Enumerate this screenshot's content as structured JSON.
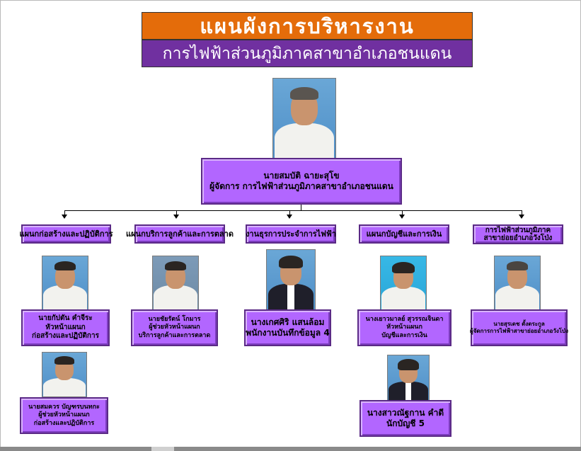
{
  "title": {
    "line1": "แผนผังการบริหารงาน",
    "line2": "การไฟฟ้าส่วนภูมิภาคสาขาอำเภอชนแดน"
  },
  "manager": {
    "name": "นายสมบัติ ฉายะสุโข",
    "position": "ผู้จัดการ การไฟฟ้าส่วนภูมิภาคสาขาอำเภอชนแดน"
  },
  "departments": [
    {
      "label": "แผนกก่อสร้างและปฏิบัติการ"
    },
    {
      "label": "แผนกบริการลูกค้าและการตลาด"
    },
    {
      "label": "งานธุรการประจำการไฟฟ้า"
    },
    {
      "label": "แผนกบัญชีและการเงิน"
    },
    {
      "label_line1": "การไฟฟ้าส่วนภูมิภาค",
      "label_line2": "สาขาย่อยอำเภอวังโป่ง"
    }
  ],
  "staff": [
    {
      "name": "นายกัปตัน คำจีระ",
      "line2": "หัวหน้าแผนก",
      "line3": "ก่อสร้างและปฏิบัติการ"
    },
    {
      "name": "นายชัยรัตน์ โกมาร",
      "line2": "ผู้ช่วยหัวหน้าแผนก",
      "line3": "บริการลูกค้าและการตลาด"
    },
    {
      "name": "นางเกศศิริ แสนล้อม",
      "line2": "พนักงานบันทึกข้อมูล 4"
    },
    {
      "name": "นางเยาวมาลย์ สุวรรณจินดา",
      "line2": "หัวหน้าแผนก",
      "line3": "บัญชีและการเงิน"
    },
    {
      "name": "นายสุรเดช ตั้งตระกูล",
      "line2": "ผู้จัดการการไฟฟ้าสาขาย่อยอำเภอวังโป่ง"
    },
    {
      "name": "นายสมควร บัญฑรบนทกะ",
      "line2": "ผู้ช่วยหัวหน้าแผนก",
      "line3": "ก่อสร้างและปฏิบัติการ"
    },
    {
      "name": "นางสาวณัฐกาน คำดี",
      "line2": "นักบัญชี 5"
    }
  ],
  "colors": {
    "title_orange": "#e46c0a",
    "title_purple": "#7030a0",
    "box_fill": "#b266ff",
    "box_border": "#5b2a86"
  }
}
